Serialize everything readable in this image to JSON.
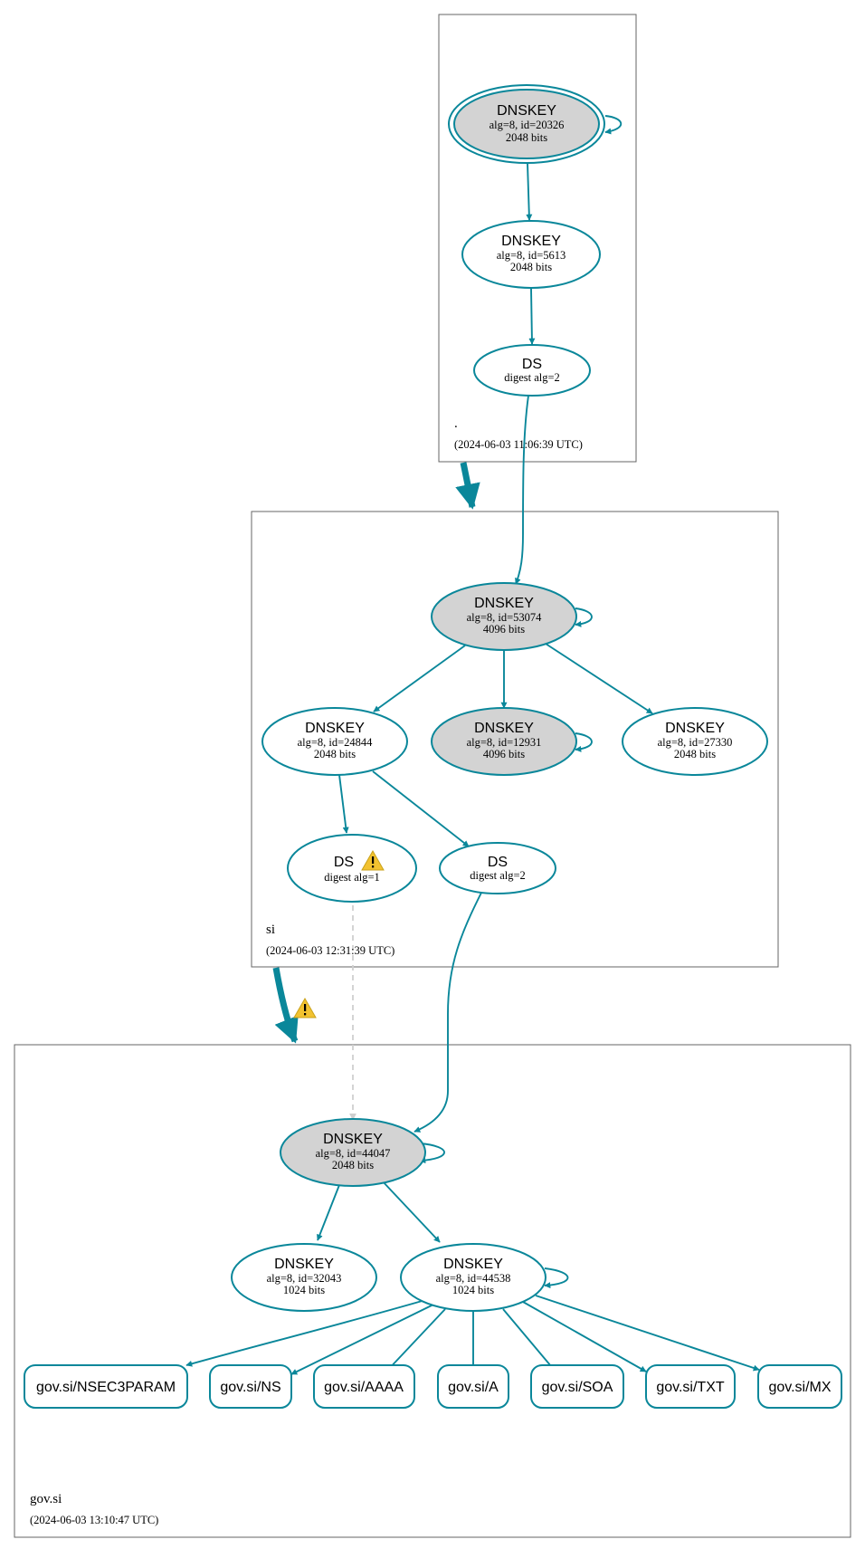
{
  "zones": {
    "root": {
      "name": ".",
      "time": "(2024-06-03 11:06:39 UTC)"
    },
    "si": {
      "name": "si",
      "time": "(2024-06-03 12:31:39 UTC)"
    },
    "gov": {
      "name": "gov.si",
      "time": "(2024-06-03 13:10:47 UTC)"
    }
  },
  "nodes": {
    "root_ksk": {
      "title": "DNSKEY",
      "line1": "alg=8, id=20326",
      "line2": "2048 bits"
    },
    "root_zsk": {
      "title": "DNSKEY",
      "line1": "alg=8, id=5613",
      "line2": "2048 bits"
    },
    "root_ds": {
      "title": "DS",
      "line1": "digest alg=2"
    },
    "si_ksk": {
      "title": "DNSKEY",
      "line1": "alg=8, id=53074",
      "line2": "4096 bits"
    },
    "si_zsk1": {
      "title": "DNSKEY",
      "line1": "alg=8, id=24844",
      "line2": "2048 bits"
    },
    "si_ksk2": {
      "title": "DNSKEY",
      "line1": "alg=8, id=12931",
      "line2": "4096 bits"
    },
    "si_zsk2": {
      "title": "DNSKEY",
      "line1": "alg=8, id=27330",
      "line2": "2048 bits"
    },
    "si_ds1": {
      "title": "DS",
      "line1": "digest alg=1"
    },
    "si_ds2": {
      "title": "DS",
      "line1": "digest alg=2"
    },
    "gov_ksk": {
      "title": "DNSKEY",
      "line1": "alg=8, id=44047",
      "line2": "2048 bits"
    },
    "gov_zsk1": {
      "title": "DNSKEY",
      "line1": "alg=8, id=32043",
      "line2": "1024 bits"
    },
    "gov_zsk2": {
      "title": "DNSKEY",
      "line1": "alg=8, id=44538",
      "line2": "1024 bits"
    }
  },
  "records": [
    "gov.si/NSEC3PARAM",
    "gov.si/NS",
    "gov.si/AAAA",
    "gov.si/A",
    "gov.si/SOA",
    "gov.si/TXT",
    "gov.si/MX"
  ],
  "colors": {
    "edge": "#0a879a",
    "secure_entry_fill": "#d3d3d3",
    "node_fill": "#ffffff",
    "warning": "#f2c230",
    "insecure_edge": "#cfcfcf"
  }
}
